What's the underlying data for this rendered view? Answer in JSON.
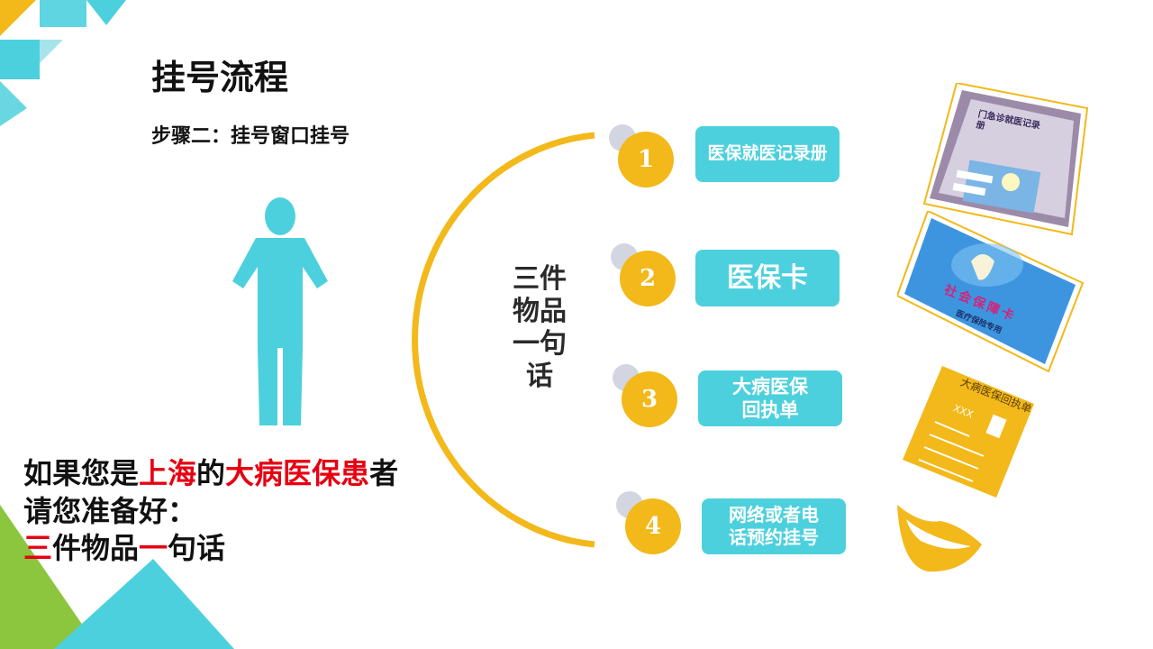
{
  "header": {
    "title": "挂号流程",
    "subtitle": "步骤二：挂号窗口挂号"
  },
  "center_label": [
    "三件",
    "物品",
    "一句",
    "话"
  ],
  "steps": [
    {
      "number": "1",
      "label": "医保就医记录册"
    },
    {
      "number": "2",
      "label": "医保卡"
    },
    {
      "number": "3",
      "label": "大病医保\n回执单"
    },
    {
      "number": "4",
      "label": "网络或者电\n话预约挂号"
    }
  ],
  "bottom": {
    "line1": {
      "a": "如果您是",
      "b": "上海",
      "c": "的",
      "d": "大病医保患",
      "e": "者"
    },
    "line2": "请您准备好：",
    "line3": {
      "a": "三",
      "b": "件物品",
      "c": "一",
      "d": "句话"
    }
  },
  "cards": {
    "record_book": {
      "text": "门急诊就医记录册"
    },
    "insurance_card": {
      "text": "社会保障卡",
      "subtext": "医疗保险专用"
    },
    "receipt": {
      "title": "大病医保回执单",
      "placeholder": "XXX"
    }
  },
  "colors": {
    "teal": "#4dd0dd",
    "yellow": "#f3b81a",
    "green": "#8cc63f",
    "red": "#e60012",
    "bubble": "#d3d6e0"
  },
  "icons": {
    "person": "person-figure-icon",
    "mouth": "lips-icon"
  }
}
